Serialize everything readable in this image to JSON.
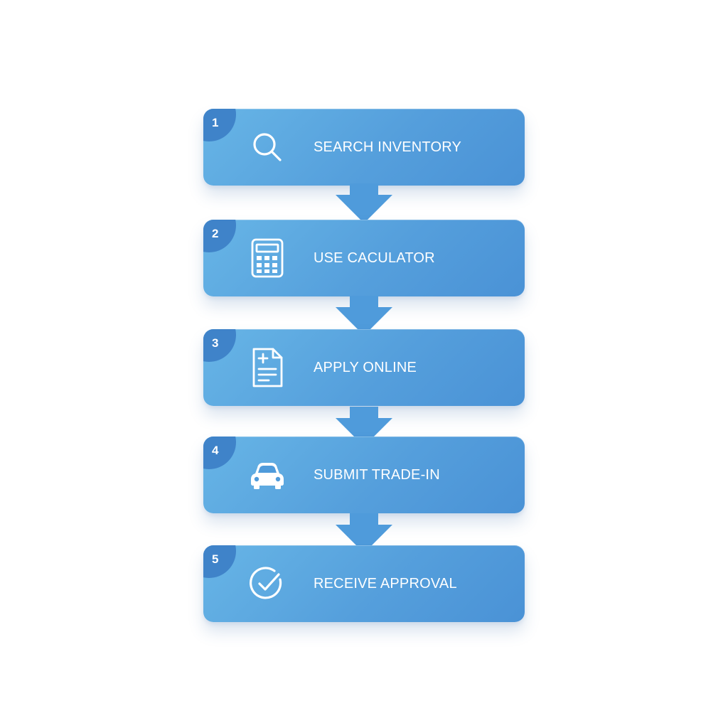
{
  "steps": [
    {
      "number": "1",
      "label": "SEARCH INVENTORY",
      "icon": "search-icon"
    },
    {
      "number": "2",
      "label": "USE CACULATOR",
      "icon": "calculator-icon"
    },
    {
      "number": "3",
      "label": "APPLY ONLINE",
      "icon": "document-icon"
    },
    {
      "number": "4",
      "label": "SUBMIT TRADE-IN",
      "icon": "car-icon"
    },
    {
      "number": "5",
      "label": "RECEIVE APPROVAL",
      "icon": "check-circle-icon"
    }
  ],
  "colors": {
    "box_top": "#67b5e6",
    "box_bottom": "#4a92d6",
    "badge": "#3f83c9",
    "arrow": "#4f9bdb",
    "text": "#ffffff"
  }
}
